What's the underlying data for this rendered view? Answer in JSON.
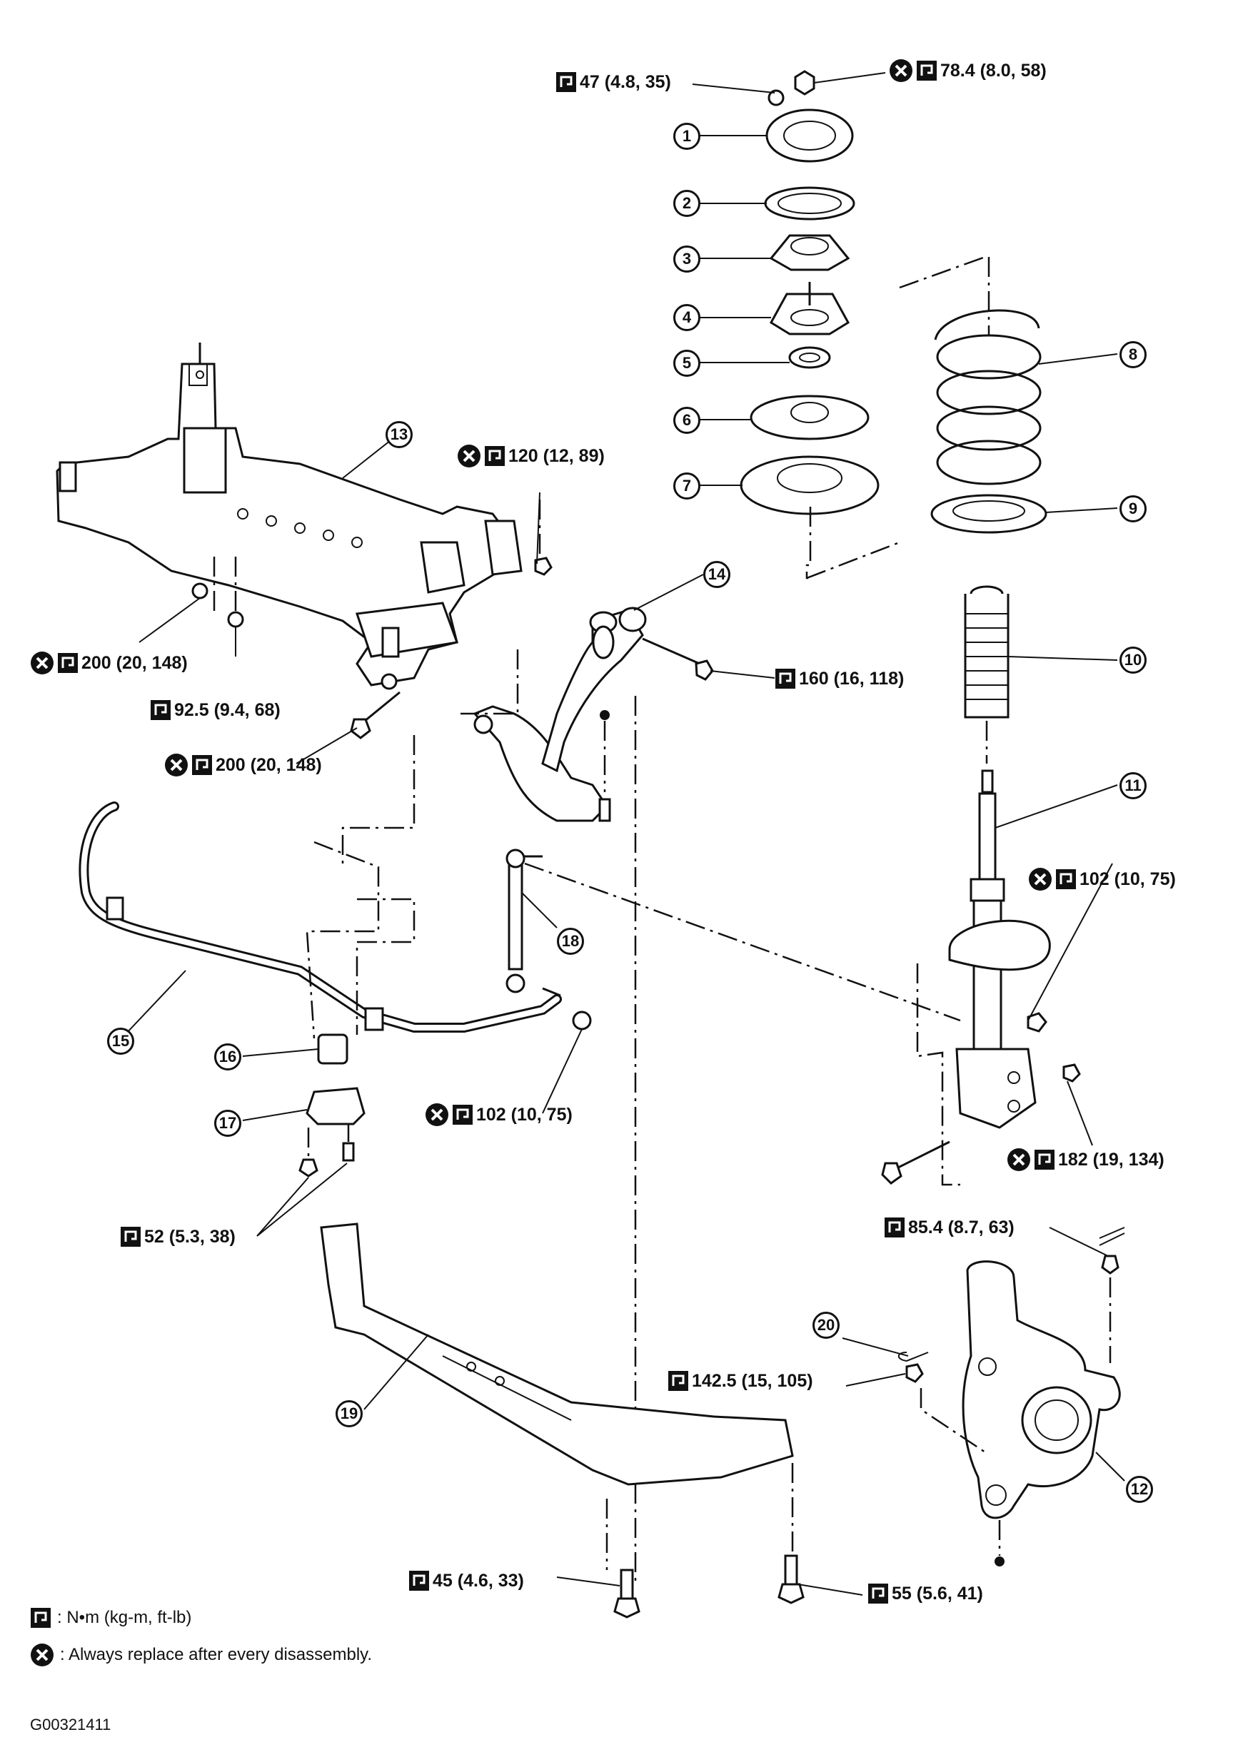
{
  "callouts": [
    "1",
    "2",
    "3",
    "4",
    "5",
    "6",
    "7",
    "8",
    "9",
    "10",
    "11",
    "12",
    "13",
    "14",
    "15",
    "16",
    "17",
    "18",
    "19",
    "20"
  ],
  "torques": [
    {
      "id": "t1",
      "text": "47 (4.8, 35)",
      "replace": false
    },
    {
      "id": "t2",
      "text": "78.4 (8.0, 58)",
      "replace": true
    },
    {
      "id": "t3",
      "text": "120 (12, 89)",
      "replace": true
    },
    {
      "id": "t4",
      "text": "200 (20, 148)",
      "replace": true
    },
    {
      "id": "t5",
      "text": "92.5 (9.4, 68)",
      "replace": false
    },
    {
      "id": "t6",
      "text": "200 (20, 148)",
      "replace": true
    },
    {
      "id": "t7",
      "text": "160 (16, 118)",
      "replace": false
    },
    {
      "id": "t8",
      "text": "102 (10, 75)",
      "replace": true
    },
    {
      "id": "t9",
      "text": "102 (10, 75)",
      "replace": true
    },
    {
      "id": "t10",
      "text": "182 (19, 134)",
      "replace": true
    },
    {
      "id": "t11",
      "text": "52 (5.3, 38)",
      "replace": false
    },
    {
      "id": "t12",
      "text": "85.4 (8.7, 63)",
      "replace": false
    },
    {
      "id": "t13",
      "text": "142.5 (15, 105)",
      "replace": false
    },
    {
      "id": "t14",
      "text": "45 (4.6, 33)",
      "replace": false
    },
    {
      "id": "t15",
      "text": "55 (5.6, 41)",
      "replace": false
    }
  ],
  "legend": {
    "torque_unit": ": N•m (kg-m, ft-lb)",
    "replace_note": ": Always replace after every disassembly."
  },
  "figure_code": "G00321411",
  "icons": {
    "torque": "torque-wrench-icon",
    "replace": "replace-part-icon"
  },
  "colors": {
    "ink": "#111111",
    "paper": "#ffffff"
  }
}
